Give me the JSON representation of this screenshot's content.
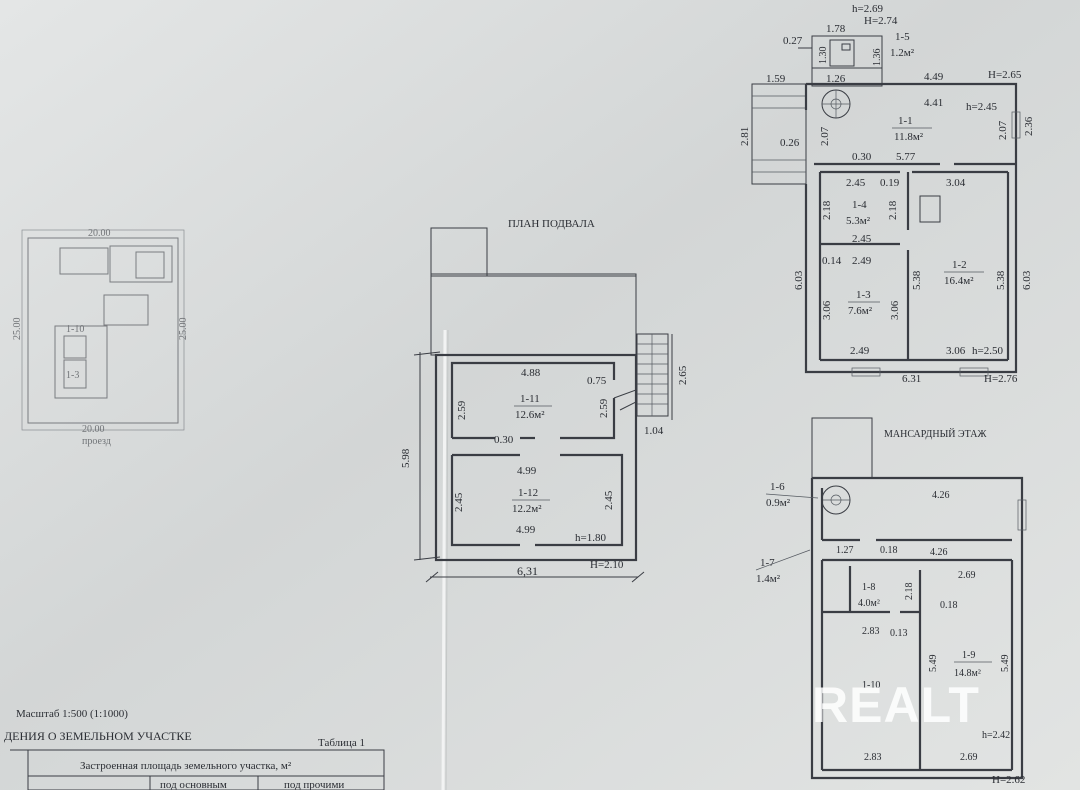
{
  "basement": {
    "title": "ПЛАН ПОДВАЛА",
    "room_1_11": {
      "id": "1-11",
      "area": "12.6м²"
    },
    "room_1_12": {
      "id": "1-12",
      "area": "12.2м²"
    },
    "dims": {
      "top": "4.88",
      "left_upper": "2.59",
      "right_upper": "2.59",
      "door": "0.75",
      "partition_gap": "0.30",
      "middle": "4.99",
      "left_lower": "2.45",
      "right_lower": "2.45",
      "bottom_inner": "4.99",
      "h": "h=1.80",
      "overall_height": "5.98",
      "overall_width": "6,31",
      "H": "H=2.10",
      "stair_len": "2.65",
      "stair_w": "1.04"
    }
  },
  "ground": {
    "room_1_1": {
      "id": "1-1",
      "area": "11.8м²"
    },
    "room_1_2": {
      "id": "1-2",
      "area": "16.4м²"
    },
    "room_1_3": {
      "id": "1-3",
      "area": "7.6м²"
    },
    "room_1_4": {
      "id": "1-4",
      "area": "5.3м²"
    },
    "room_1_5": {
      "id": "1-5",
      "area": "1.2м²"
    },
    "dims": {
      "h_top": "h=2.69",
      "w_178": "1.78",
      "H_274": "H=2.74",
      "d_027": "0.27",
      "d_130": "1.30",
      "d_136": "1.36",
      "d_159": "1.59",
      "d_126": "1.26",
      "d_449": "4.49",
      "H_265": "H=2.65",
      "d_441": "4.41",
      "h_245": "h=2.45",
      "d_281": "2.81",
      "d_207a": "2.07",
      "d_207b": "2.07",
      "d_236": "2.36",
      "d_026": "0.26",
      "d_030": "0.30",
      "d_577": "5.77",
      "d_245a": "2.45",
      "d_019": "0.19",
      "d_304": "3.04",
      "d_218a": "2.18",
      "d_218b": "2.18",
      "d_245b": "2.45",
      "d_014": "0.14",
      "d_249a": "2.49",
      "d_603a": "6.03",
      "d_603b": "6.03",
      "d_538a": "5.38",
      "d_538b": "5.38",
      "d_306a": "3.06",
      "d_306b": "3.06",
      "d_249b": "2.49",
      "d_306c": "3.06",
      "h_250": "h=2.50",
      "d_631": "6.31",
      "H_276": "H=2.76"
    }
  },
  "attic": {
    "title": "МАНСАРДНЫЙ ЭТАЖ",
    "room_1_6": {
      "id": "1-6",
      "area": "0.9м²"
    },
    "room_1_7": {
      "id": "1-7",
      "area": "1.4м²"
    },
    "room_1_8": {
      "id": "1-8",
      "area": "4.0м²"
    },
    "room_1_9": {
      "id": "1-9",
      "area": "14.8м²"
    },
    "room_1_10": {
      "id": "1-10",
      "area": ""
    },
    "dims": {
      "d_426a": "4.26",
      "d_127": "1.27",
      "d_018a": "0.18",
      "d_426b": "4.26",
      "d_269a": "2.69",
      "d_218": "2.18",
      "d_018b": "0.18",
      "d_283a": "2.83",
      "d_013": "0.13",
      "d_549a": "5.49",
      "d_549b": "5.49",
      "h_242": "h=2.42",
      "d_283b": "2.83",
      "d_269b": "2.69",
      "H_262": "H=2.62"
    }
  },
  "site_plan": {
    "top_dim": "20.00",
    "side_dim_left": "25.00",
    "side_dim_right": "25.00",
    "bottom_dim": "20.00",
    "bottom_label": "проезд",
    "room_a": "1-10",
    "room_b": "1-3"
  },
  "footer": {
    "scale": "Масштаб 1:500 (1:1000)",
    "section": "ДЕНИЯ О ЗЕМЕЛЬНОМ УЧАСТКЕ",
    "table_label": "Таблица 1",
    "table_header": "Застроенная площадь земельного участка, м²",
    "col_main": "под основным",
    "col_other": "под прочими"
  },
  "watermark": "REALT"
}
